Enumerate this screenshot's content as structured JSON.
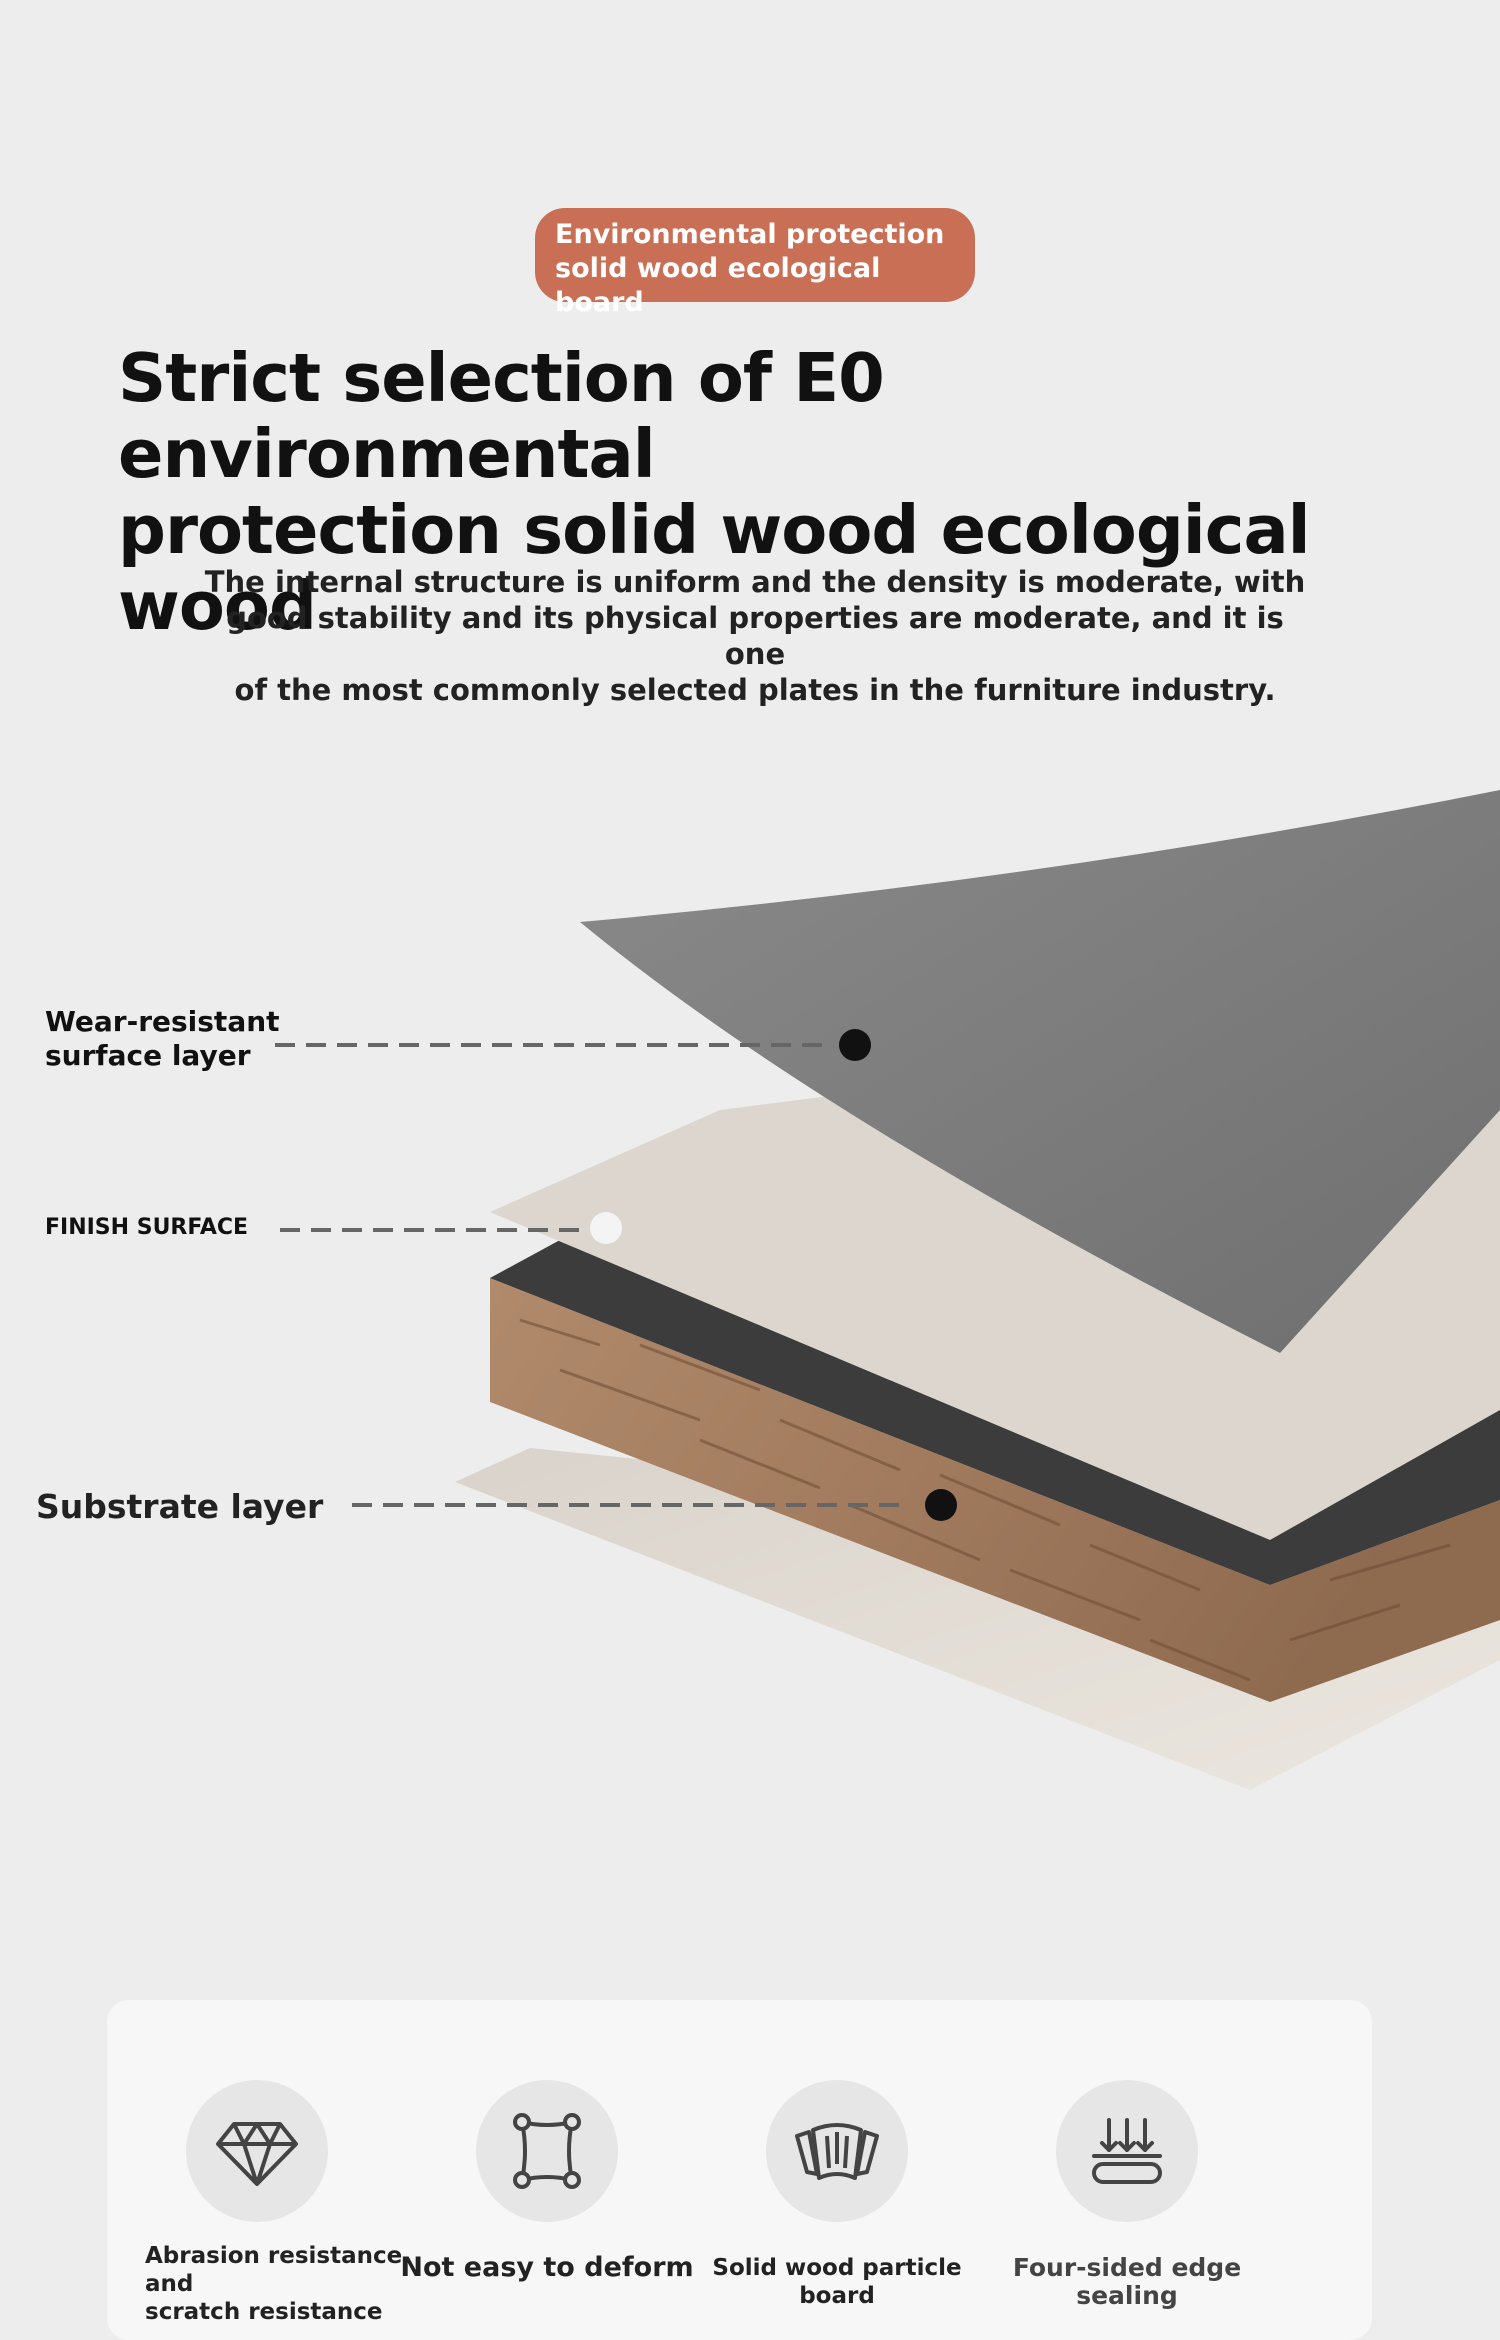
{
  "badge": {
    "line1": "Environmental protection",
    "line2": "solid wood ecological board"
  },
  "title": {
    "line1": "Strict selection of E0 environmental",
    "line2": "protection solid wood ecological wood"
  },
  "subtitle": {
    "line1": "The internal structure is uniform and the density is moderate, with",
    "line2": "good stability and its physical properties are moderate, and it is one",
    "line3": "of the most commonly selected plates in the furniture industry."
  },
  "layers": {
    "wear_line1": "Wear-resistant",
    "wear_line2": "surface layer",
    "finish": "FINISH SURFACE",
    "substrate": "Substrate layer"
  },
  "features": [
    {
      "icon": "diamond-icon",
      "label_line1": "Abrasion resistance and",
      "label_line2": "scratch resistance"
    },
    {
      "icon": "deform-frame-icon",
      "label": "Not easy to deform"
    },
    {
      "icon": "particle-board-icon",
      "label": "Solid wood particle board"
    },
    {
      "icon": "edge-sealing-icon",
      "label": "Four-sided edge sealing"
    }
  ],
  "colors": {
    "badge": "#c86f55",
    "background": "#ededed",
    "wear_layer": "#7c7c7c",
    "finish_layer": "#dcd6cf",
    "wood": "#a07a5e"
  }
}
